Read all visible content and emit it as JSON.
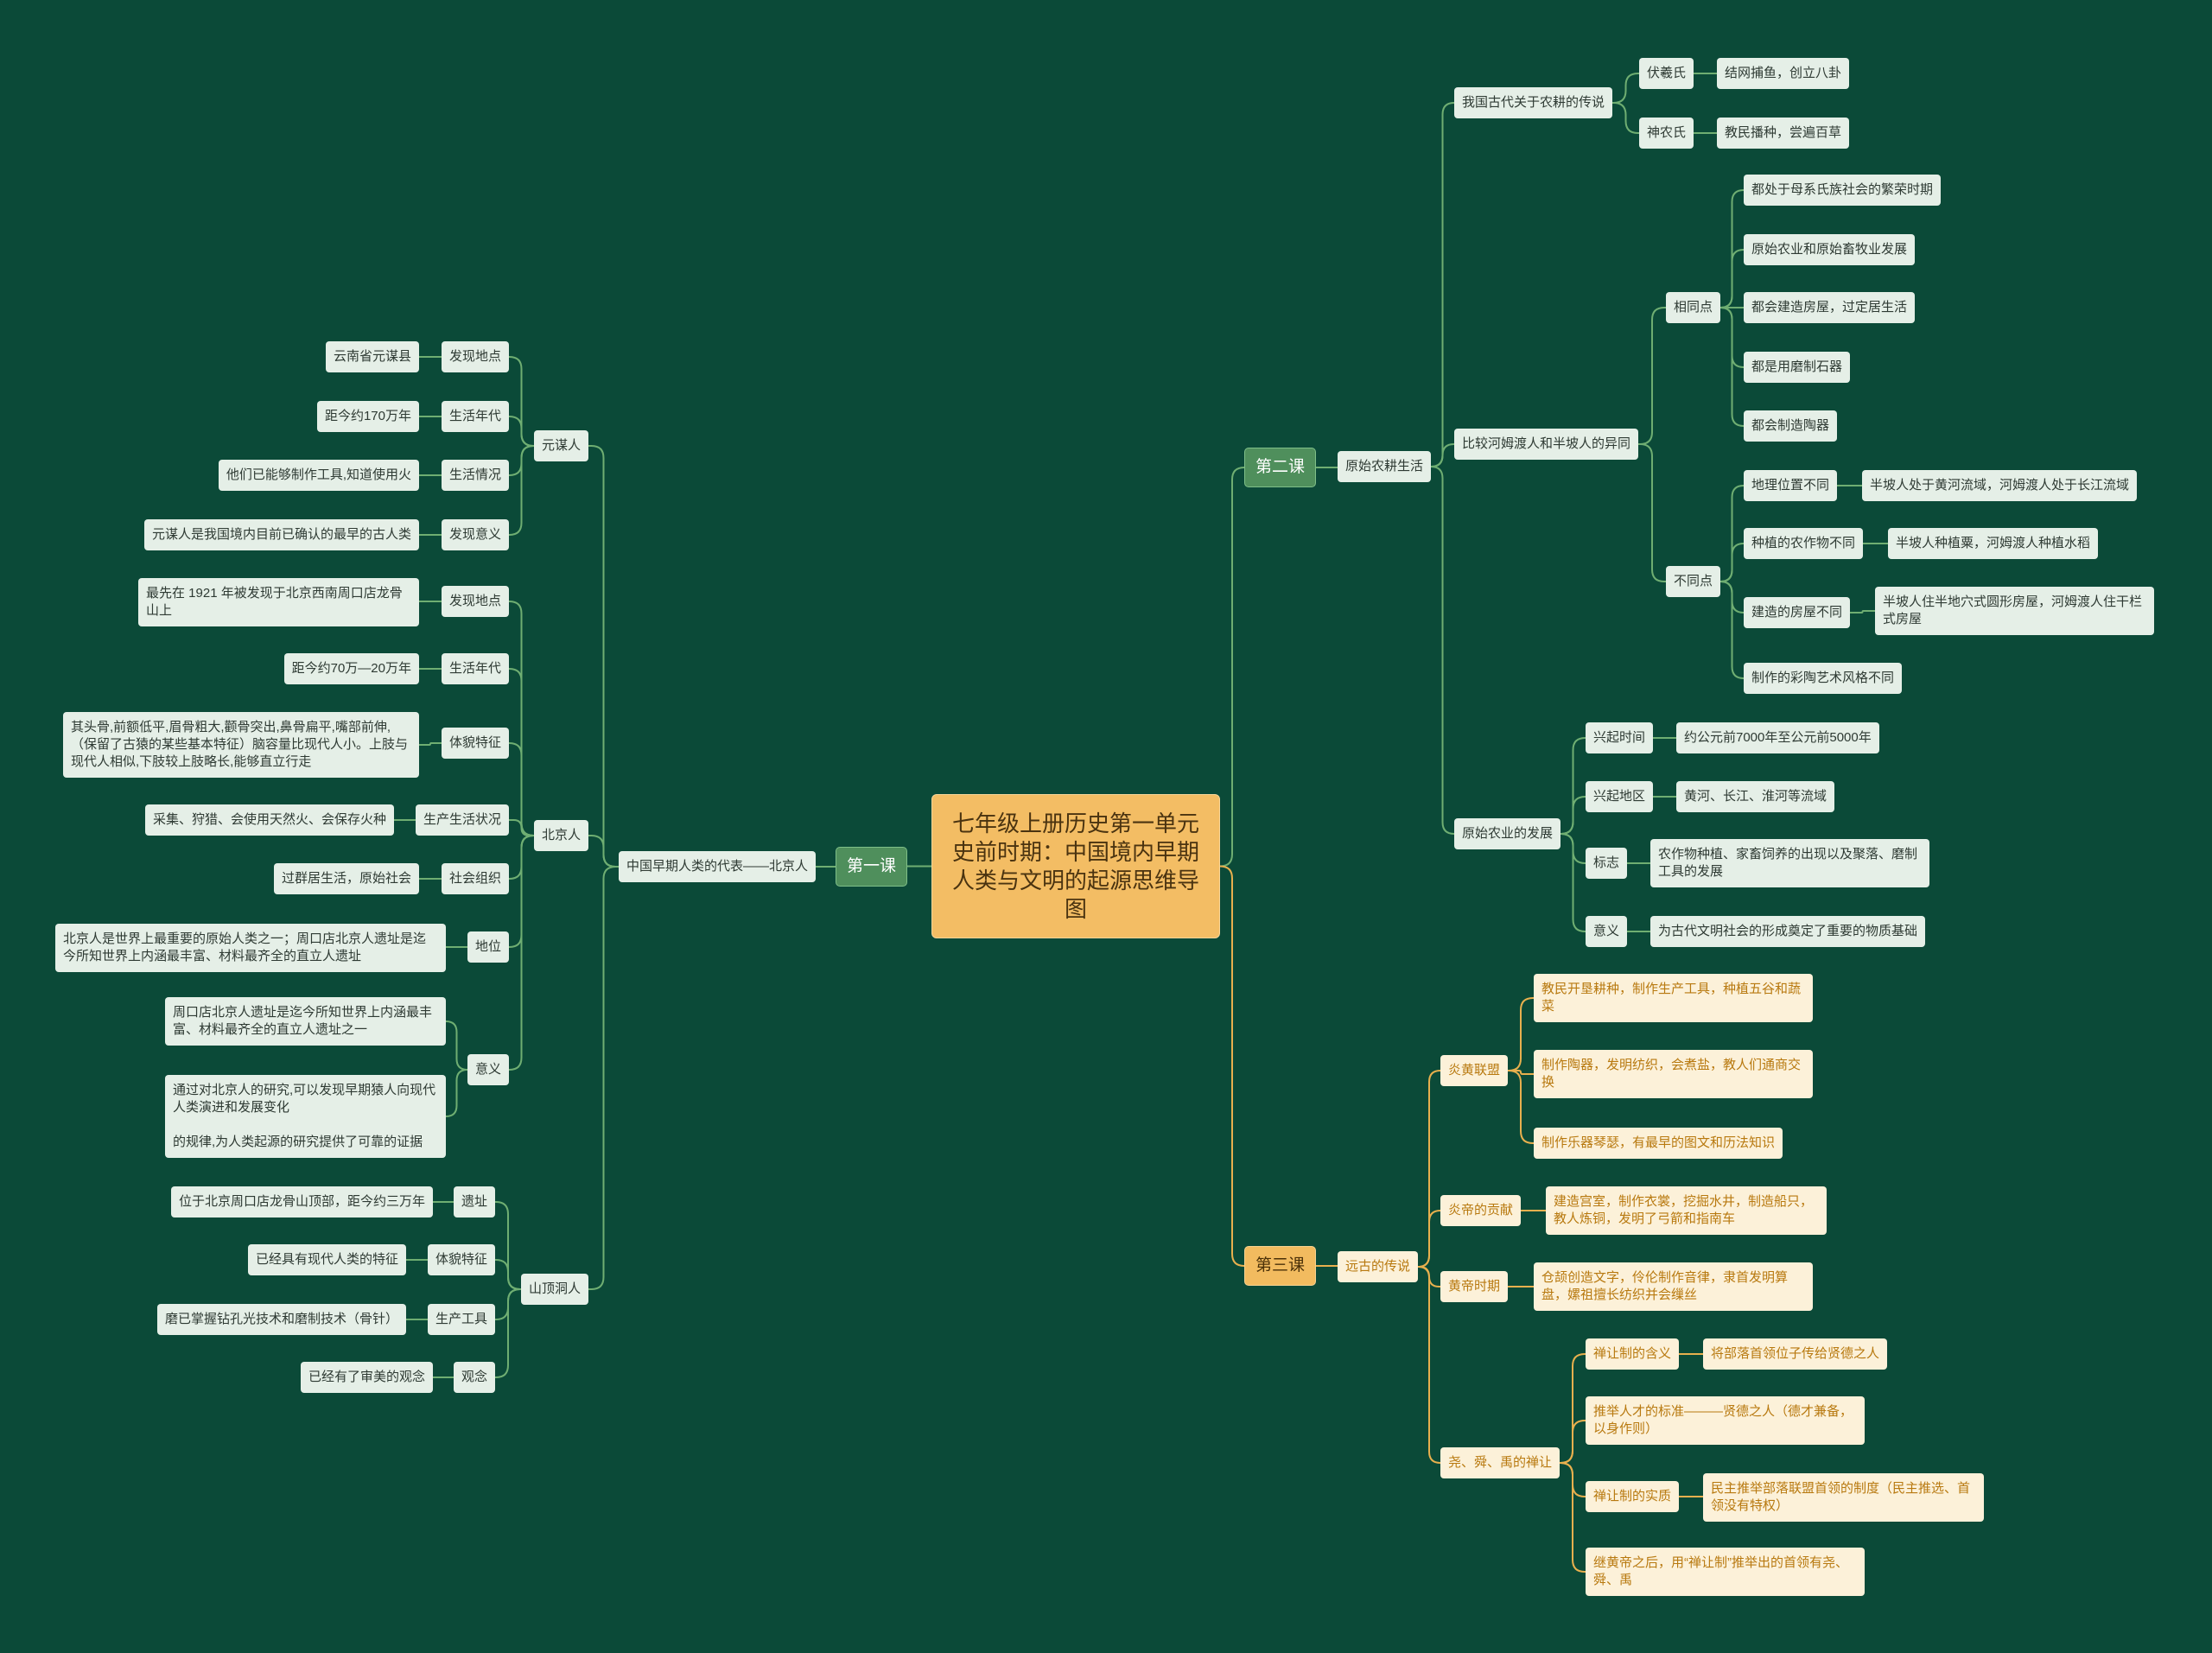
{
  "title": "七年级上册历史第一单元史前时期：中国境内早期人类与文明的起源思维导图",
  "colors": {
    "background": "#0b4a38",
    "green_line": "#6fae72",
    "orange_line": "#e8b04e",
    "lesson_green": "#4f8f5c",
    "lesson_orange": "#f2bb5f",
    "root": "#f3bd64",
    "node_green_bg": "#e5efe7",
    "node_orange_bg": "#fcf1d9",
    "node_orange_text": "#b8790f"
  },
  "lesson1": {
    "label": "第一课",
    "topic": "中国早期人类的代表——北京人",
    "yuanmou": {
      "label": "元谋人",
      "items": [
        {
          "label": "发现地点",
          "value": "云南省元谋县"
        },
        {
          "label": "生活年代",
          "value": "距今约170万年"
        },
        {
          "label": "生活情况",
          "value": "他们已能够制作工具,知道使用火"
        },
        {
          "label": "发现意义",
          "value": "元谋人是我国境内目前已确认的最早的古人类"
        }
      ]
    },
    "beijing": {
      "label": "北京人",
      "items": [
        {
          "label": "发现地点",
          "value": "最先在 1921 年被发现于北京西南周口店龙骨山上"
        },
        {
          "label": "生活年代",
          "value": "距今约70万—20万年"
        },
        {
          "label": "体貌特征",
          "value": "其头骨,前额低平,眉骨粗大,颧骨突出,鼻骨扁平,嘴部前伸,（保留了古猿的某些基本特征）脑容量比现代人小。上肢与现代人相似,下肢较上肢略长,能够直立行走"
        },
        {
          "label": "生产生活状况",
          "value": "采集、狩猎、会使用天然火、会保存火种"
        },
        {
          "label": "社会组织",
          "value": "过群居生活，原始社会"
        },
        {
          "label": "地位",
          "value": "北京人是世界上最重要的原始人类之一；周口店北京人遗址是迄今所知世界上内涵最丰富、材料最齐全的直立人遗址"
        }
      ],
      "significance": {
        "label": "意义",
        "values": [
          "周口店北京人遗址是迄今所知世界上内涵最丰富、材料最齐全的直立人遗址之一",
          "通过对北京人的研究,可以发现早期猿人向现代人类演进和发展变化\n\n的规律,为人类起源的研究提供了可靠的证据"
        ]
      }
    },
    "shandingdong": {
      "label": "山顶洞人",
      "items": [
        {
          "label": "遗址",
          "value": "位于北京周口店龙骨山顶部，距今约三万年"
        },
        {
          "label": "体貌特征",
          "value": "已经具有现代人类的特征"
        },
        {
          "label": "生产工具",
          "value": "磨已掌握钻孔光技术和磨制技术（骨针）"
        },
        {
          "label": "观念",
          "value": "已经有了审美的观念"
        }
      ]
    }
  },
  "lesson2": {
    "label": "第二课",
    "topic": "原始农耕生活",
    "legend": {
      "label": "我国古代关于农耕的传说",
      "items": [
        {
          "label": "伏羲氏",
          "value": "结网捕鱼，创立八卦"
        },
        {
          "label": "神农氏",
          "value": "教民播种，尝遍百草"
        }
      ]
    },
    "compare": {
      "label": "比较河姆渡人和半坡人的异同",
      "same": {
        "label": "相同点",
        "items": [
          "都处于母系氏族社会的繁荣时期",
          "原始农业和原始畜牧业发展",
          "都会建造房屋，过定居生活",
          "都是用磨制石器",
          "都会制造陶器"
        ]
      },
      "diff": {
        "label": "不同点",
        "items": [
          {
            "label": "地理位置不同",
            "value": "半坡人处于黄河流域，河姆渡人处于长江流域"
          },
          {
            "label": "种植的农作物不同",
            "value": "半坡人种植粟，河姆渡人种植水稻"
          },
          {
            "label": "建造的房屋不同",
            "value": "半坡人住半地穴式圆形房屋，河姆渡人住干栏式房屋"
          },
          {
            "label": "制作的彩陶艺术风格不同"
          }
        ]
      }
    },
    "agriculture": {
      "label": "原始农业的发展",
      "items": [
        {
          "label": "兴起时间",
          "value": "约公元前7000年至公元前5000年"
        },
        {
          "label": "兴起地区",
          "value": "黄河、长江、淮河等流域"
        },
        {
          "label": "标志",
          "value": "农作物种植、家畜饲养的出现以及聚落、磨制工具的发展"
        },
        {
          "label": "意义",
          "value": "为古代文明社会的形成奠定了重要的物质基础"
        }
      ]
    }
  },
  "lesson3": {
    "label": "第三课",
    "topic": "远古的传说",
    "alliance": {
      "label": "炎黄联盟",
      "items": [
        "教民开垦耕种，制作生产工具，种植五谷和蔬菜",
        "制作陶器，发明纺织，会煮盐，教人们通商交换",
        "制作乐器琴瑟，有最早的图文和历法知识"
      ]
    },
    "yandi": {
      "label": "炎帝的贡献",
      "value": "建造宫室，制作衣裳，挖掘水井，制造船只，教人炼铜，发明了弓箭和指南车"
    },
    "huangdi": {
      "label": "黄帝时期",
      "value": "仓颉创造文字，伶伦制作音律，隶首发明算盘，嫘祖擅长纺织并会缫丝"
    },
    "abdication": {
      "label": "尧、舜、禹的禅让",
      "items": [
        {
          "label": "禅让制的含义",
          "value": "将部落首领位子传给贤德之人"
        },
        {
          "label": "推举人才的标准———贤德之人（德才兼备，以身作则）"
        },
        {
          "label": "禅让制的实质",
          "value": "民主推举部落联盟首领的制度（民主推选、首领没有特权）"
        },
        {
          "label": "继黄帝之后，用“禅让制”推举出的首领有尧、舜、禹"
        }
      ]
    }
  }
}
